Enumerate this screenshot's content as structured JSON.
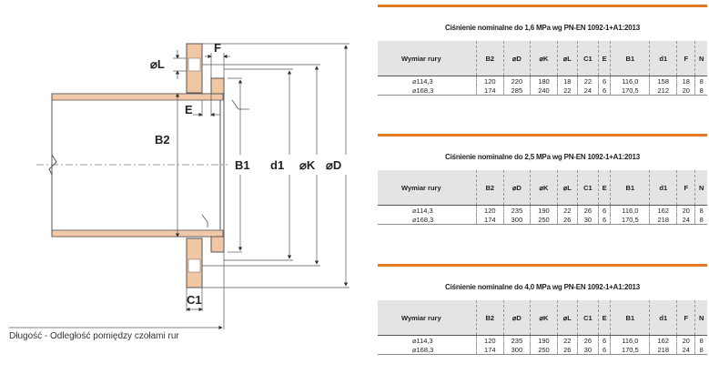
{
  "drawing": {
    "labels": {
      "F": "F",
      "oL": "⌀L",
      "E": "E",
      "B2": "B2",
      "B1": "B1",
      "d1": "d1",
      "oK": "⌀K",
      "oD": "⌀D",
      "C1": "C1"
    },
    "caption": "Długość - Odległość pomiędzy czołami rur"
  },
  "tables": [
    {
      "title": "Ciśnienie nominalne do 1,6 MPa wg PN-EN 1092-1+A1:2013",
      "headers": [
        "Wymiar rury",
        "B2",
        "⌀D",
        "⌀K",
        "⌀L",
        "C1",
        "E",
        "B1",
        "d1",
        "F",
        "N"
      ],
      "rows": [
        [
          "⌀114,3",
          "120",
          "220",
          "180",
          "18",
          "22",
          "6",
          "116,0",
          "158",
          "18",
          "8"
        ],
        [
          "⌀168,3",
          "174",
          "285",
          "240",
          "22",
          "24",
          "6",
          "170,5",
          "212",
          "20",
          "8"
        ]
      ]
    },
    {
      "title": "Ciśnienie nominalne do 2,5 MPa wg PN-EN 1092-1+A1:2013",
      "headers": [
        "Wymiar rury",
        "B2",
        "⌀D",
        "⌀K",
        "⌀L",
        "C1",
        "E",
        "B1",
        "d1",
        "F",
        "N"
      ],
      "rows": [
        [
          "⌀114,3",
          "120",
          "235",
          "190",
          "22",
          "26",
          "6",
          "116,0",
          "162",
          "20",
          "8"
        ],
        [
          "⌀168,3",
          "174",
          "300",
          "250",
          "26",
          "30",
          "6",
          "170,5",
          "218",
          "24",
          "8"
        ]
      ]
    },
    {
      "title": "Ciśnienie nominalne do 4,0 MPa wg PN-EN 1092-1+A1:2013",
      "headers": [
        "Wymiar rury",
        "B2",
        "⌀D",
        "⌀K",
        "⌀L",
        "C1",
        "E",
        "B1",
        "d1",
        "F",
        "N"
      ],
      "rows": [
        [
          "⌀114,3",
          "120",
          "235",
          "190",
          "22",
          "26",
          "6",
          "116,0",
          "162",
          "20",
          "8"
        ],
        [
          "⌀168,3",
          "174",
          "300",
          "250",
          "26",
          "30",
          "6",
          "170,5",
          "218",
          "24",
          "8"
        ]
      ]
    }
  ],
  "colors": {
    "accent_rule": "#e07b22",
    "pipe_fill": "#f2c9a8",
    "flange_fill": "#f1c7a3"
  }
}
